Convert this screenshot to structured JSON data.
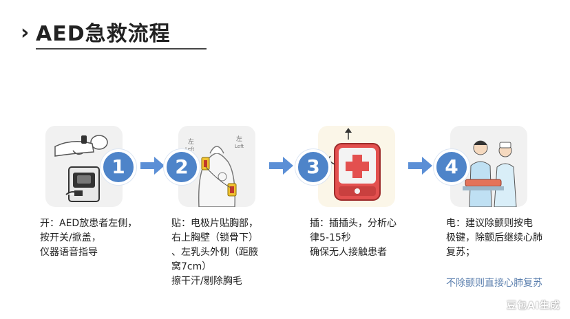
{
  "title": {
    "chevron": "›",
    "text": "AED急救流程"
  },
  "steps": [
    {
      "number": "1",
      "lines": [
        "开：AED放患者左侧，",
        "按开关/掀盖，",
        "仪器语音指导"
      ],
      "illustration": "patient-aed-icon"
    },
    {
      "number": "2",
      "lines": [
        "贴：电极片贴胸部，",
        "右上胸壁（锁骨下）",
        "、左乳头外侧（距腋",
        "窝7cm）",
        "擦干汗/剔除胸毛"
      ],
      "illustration": "chest-pads-icon",
      "image_labels": {
        "left_cn": "左",
        "left_en": "Left",
        "right_cn": "左",
        "right_en": "Left"
      }
    },
    {
      "number": "3",
      "lines": [
        "插：插插头，分析心",
        "律5-15秒",
        "确保无人接触患者"
      ],
      "illustration": "aed-device-icon"
    },
    {
      "number": "4",
      "lines": [
        "电：建议除颤则按电",
        "极键，除颤后继续心肺",
        "复苏；"
      ],
      "illustration": "medics-icon"
    }
  ],
  "note": "不除颤则直接心肺复苏",
  "watermark": "豆包AI生成",
  "colors": {
    "badge": "#4e84c9",
    "arrow": "#5b8fd6",
    "note": "#5b7fae"
  }
}
